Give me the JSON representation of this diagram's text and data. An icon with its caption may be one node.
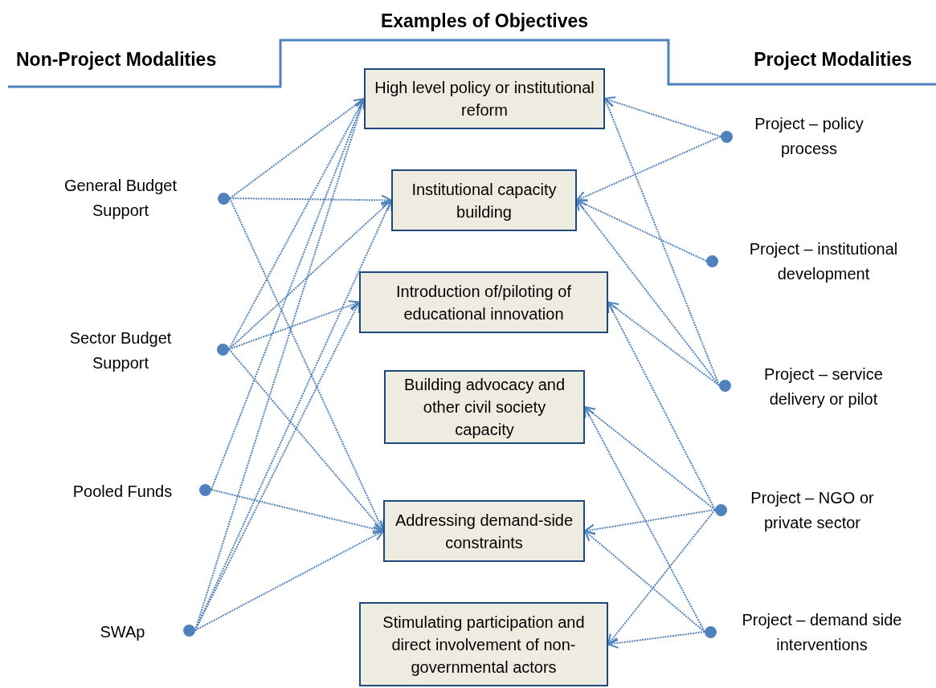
{
  "diagram": {
    "title": "Examples of Objectives",
    "nodes": [
      {
        "text": [
          "High level policy or institutional reform"
        ]
      },
      {
        "text": [
          "Institutional capacity building"
        ]
      },
      {
        "text": [
          "Introduction of/piloting of educational innovation"
        ]
      },
      {
        "text": [
          "Building advocacy and other civil society capacity"
        ]
      },
      {
        "text": [
          "Addressing demand-side constraints"
        ]
      },
      {
        "text": [
          "Stimulating participation and direct involvement of non-governmental actors"
        ]
      },
      {
        "text": [
          "General Budget Support"
        ]
      },
      {
        "text": [
          "Sector Budget Support"
        ]
      },
      {
        "text": [
          "Pooled Funds"
        ]
      },
      {
        "text": [
          "SWAp"
        ]
      },
      {
        "text": [
          "Project – policy process"
        ]
      },
      {
        "text": [
          "Project – institutional development"
        ]
      },
      {
        "text": [
          "Project – service delivery or pilot"
        ]
      },
      {
        "text": [
          "Project – NGO or private sector"
        ]
      },
      {
        "text": [
          "Project – demand side interventions"
        ]
      }
    ],
    "edges": [
      {
        "from": 6,
        "to": 0,
        "arrow": "to"
      },
      {
        "from": 6,
        "to": 1,
        "arrow": "to"
      },
      {
        "from": 6,
        "to": 4,
        "arrow": "to"
      },
      {
        "from": 7,
        "to": 0,
        "arrow": "to"
      },
      {
        "from": 7,
        "to": 1,
        "arrow": "to"
      },
      {
        "from": 7,
        "to": 2,
        "arrow": "to"
      },
      {
        "from": 7,
        "to": 4,
        "arrow": "to"
      },
      {
        "from": 8,
        "to": 0,
        "arrow": "to"
      },
      {
        "from": 8,
        "to": 4,
        "arrow": "to"
      },
      {
        "from": 9,
        "to": 0,
        "arrow": "to"
      },
      {
        "from": 9,
        "to": 1,
        "arrow": "to"
      },
      {
        "from": 9,
        "to": 2,
        "arrow": "to"
      },
      {
        "from": 9,
        "to": 4,
        "arrow": "to"
      },
      {
        "from": 10,
        "to": 0,
        "arrow": "to"
      },
      {
        "from": 10,
        "to": 1,
        "arrow": "to"
      },
      {
        "from": 11,
        "to": 1,
        "arrow": "to"
      },
      {
        "from": 12,
        "to": 0,
        "arrow": "to"
      },
      {
        "from": 12,
        "to": 1,
        "arrow": "to"
      },
      {
        "from": 12,
        "to": 2,
        "arrow": "to"
      },
      {
        "from": 13,
        "to": 2,
        "arrow": "to"
      },
      {
        "from": 13,
        "to": 3,
        "arrow": "to"
      },
      {
        "from": 13,
        "to": 4,
        "arrow": "to"
      },
      {
        "from": 13,
        "to": 5,
        "arrow": "to"
      },
      {
        "from": 14,
        "to": 3,
        "arrow": "to"
      },
      {
        "from": 14,
        "to": 4,
        "arrow": "to"
      },
      {
        "from": 14,
        "to": 5,
        "arrow": "to"
      }
    ],
    "labels": [
      "Non-Project Modalities",
      "Project Modalities"
    ]
  }
}
